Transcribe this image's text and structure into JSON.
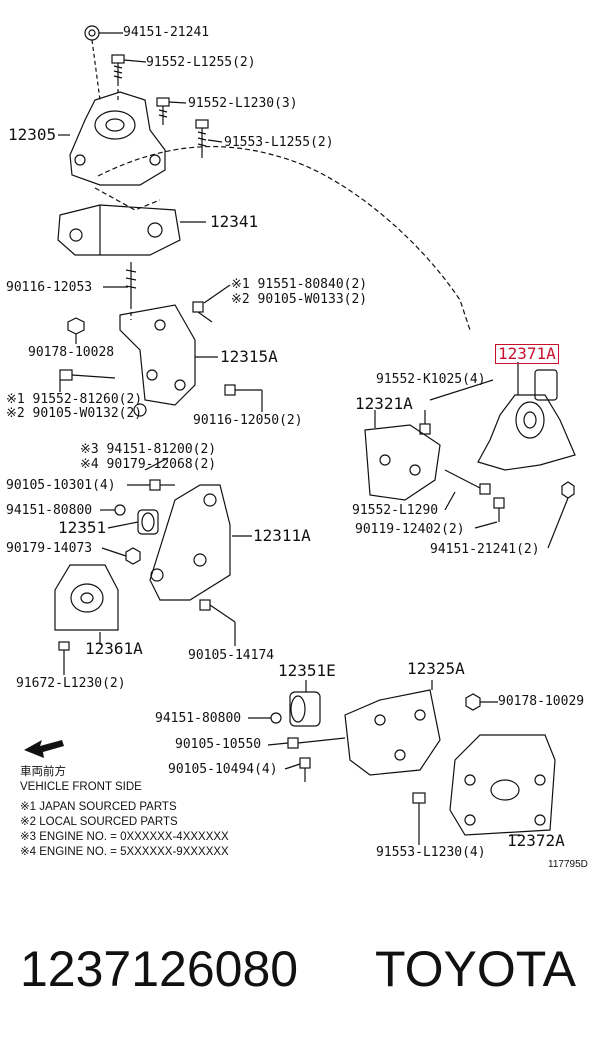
{
  "diagram": {
    "labels": {
      "l94151_21241_top": "94151-21241",
      "l91552_L1255": "91552-L1255(2)",
      "l91552_L1230_3": "91552-L1230(3)",
      "l12305": "12305",
      "l91553_L1255": "91553-L1255(2)",
      "l12341": "12341",
      "l91551": "※1 91551-80840(2)",
      "l290105": "※2 90105-W0133(2)",
      "l90116_12053": "90116-12053",
      "l90178_10028": "90178-10028",
      "l12315A": "12315A",
      "l12371A": "12371A",
      "l91552_K1025": "91552-K1025(4)",
      "l91552_81260": "※1 91552-81260(2)",
      "l290105_W0132": "※2 90105-W0132(2)",
      "l90116_12050": "90116-12050(2)",
      "l12321A": "12321A",
      "l3_94151_81200": "※3 94151-81200(2)",
      "l4_90179_12068": "※4 90179-12068(2)",
      "l90105_10301": "90105-10301(4)",
      "l94151_80800_a": "94151-80800",
      "l12351": "12351",
      "l12311A": "12311A",
      "l91552_L1290": "91552-L1290",
      "l90119_12402": "90119-12402(2)",
      "l94151_21241_b": "94151-21241(2)",
      "l90179_14073": "90179-14073",
      "l12361A": "12361A",
      "l90105_14174": "90105-14174",
      "l91672_L1230": "91672-L1230(2)",
      "l12351E": "12351E",
      "l12325A": "12325A",
      "l90178_10029": "90178-10029",
      "l94151_80800_b": "94151-80800",
      "l90105_10550": "90105-10550",
      "l90105_10494": "90105-10494(4)",
      "l91553_L1230_4": "91553-L1230(4)",
      "l12372A": "12372A",
      "l117795D": "117795D"
    },
    "vehicle_front_jp": "車両前方",
    "vehicle_front_en": "VEHICLE FRONT SIDE",
    "notes": [
      "※1 JAPAN SOURCED PARTS",
      "※2 LOCAL SOURCED PARTS",
      "※3 ENGINE NO. = 0XXXXXX-4XXXXXX",
      "※4 ENGINE NO. = 5XXXXXX-9XXXXXX"
    ],
    "highlight_color": "#c8102e"
  },
  "footer": {
    "part_number": "1237126080",
    "brand": "TOYOTA"
  }
}
